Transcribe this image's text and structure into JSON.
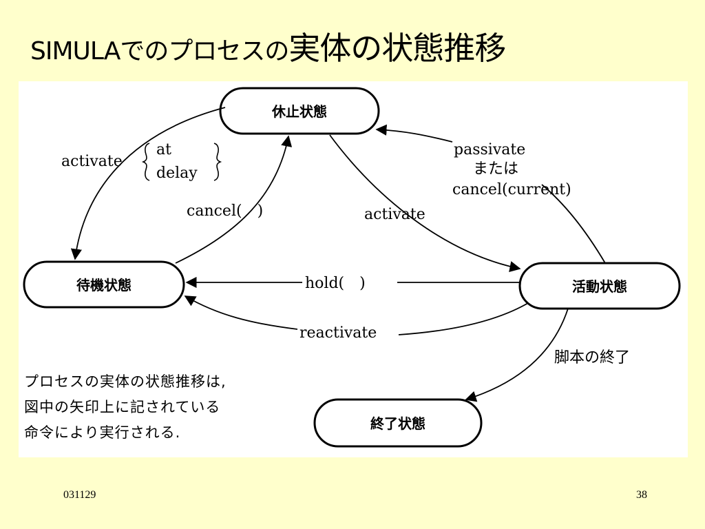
{
  "slide": {
    "title_part1": "SIMULAでのプロセスの",
    "title_part2": "実体の状態推移",
    "footer_left": "031129",
    "footer_right": "38"
  },
  "diagram": {
    "nodes": {
      "passive": "休止状態",
      "waiting": "待機状態",
      "active": "活動状態",
      "terminated": "終了状態"
    },
    "edges": {
      "activate_left": "activate",
      "at": "at",
      "delay": "delay",
      "cancel": "cancel(　)",
      "activate_right": "activate",
      "passivate_line1": "passivate",
      "passivate_line2": "または",
      "passivate_line3": "cancel(current)",
      "hold": "hold(　)",
      "reactivate": "reactivate",
      "end_of_script": "脚本の終了"
    },
    "note": {
      "line1": "プロセスの実体の状態推移は,",
      "line2": "図中の矢印上に記されている",
      "line3": "命令により実行される."
    }
  }
}
